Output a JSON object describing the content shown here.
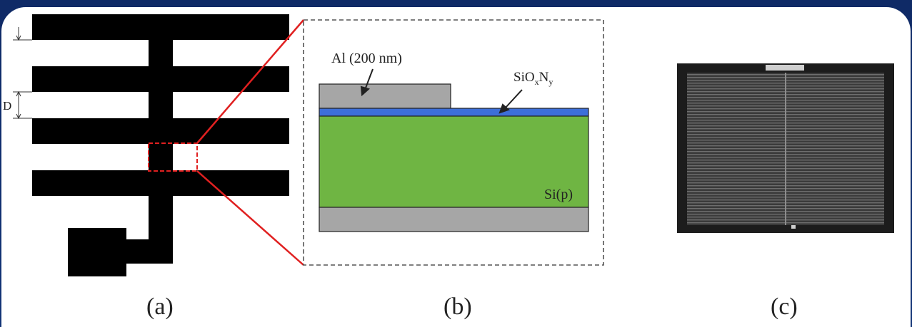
{
  "panels": {
    "a": {
      "caption": "(a)",
      "dimension_label": "D"
    },
    "b": {
      "caption": "(b)",
      "labels": {
        "aluminum": "Al (200 nm)",
        "oxynitride_base": "SiO",
        "oxynitride_sub1": "x",
        "oxynitride_mid": "N",
        "oxynitride_sub2": "y",
        "substrate": "Si(p)"
      },
      "colors": {
        "aluminum": "#a6a6a6",
        "oxynitride": "#3d6fd8",
        "silicon": "#6fb543",
        "back_contact": "#a6a6a6",
        "zoom_lines": "#e02020"
      }
    },
    "c": {
      "caption": "(c)"
    }
  }
}
